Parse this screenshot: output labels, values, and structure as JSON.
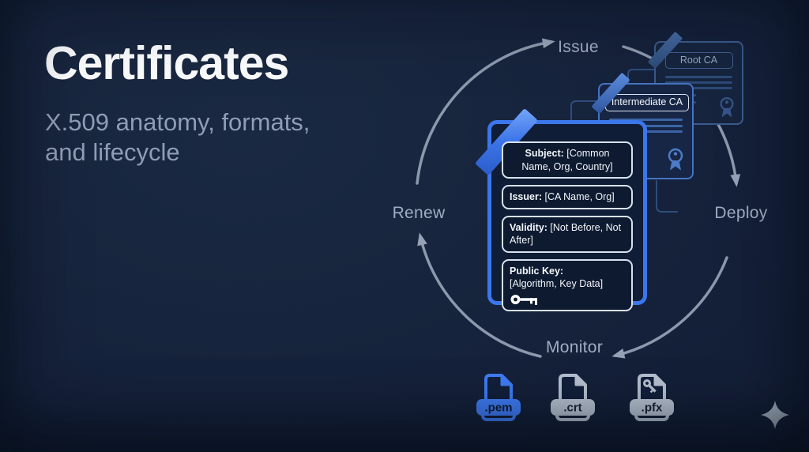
{
  "title": "Certificates",
  "subtitle": {
    "line1": "X.509 anatomy, formats,",
    "line2": "and lifecycle"
  },
  "lifecycle": {
    "issue": "Issue",
    "deploy": "Deploy",
    "monitor": "Monitor",
    "renew": "Renew"
  },
  "ca_chain": {
    "root_label": "Root CA",
    "intermediate_label": "Intermediate CA"
  },
  "certificate": {
    "fields": [
      {
        "label": "Subject:",
        "value": "[Common Name, Org, Country]"
      },
      {
        "label": "Issuer:",
        "value": "[CA Name, Org]"
      },
      {
        "label": "Validity:",
        "value": "[Not Before, Not After]"
      },
      {
        "label": "Public Key:",
        "value": "[Algorithm, Key Data]"
      }
    ]
  },
  "file_formats": [
    {
      "ext": ".pem",
      "style": "highlighted-blue"
    },
    {
      "ext": ".crt",
      "style": "gray"
    },
    {
      "ext": ".pfx",
      "style": "gray-with-key"
    }
  ],
  "colors": {
    "background": "#131e34",
    "accent_blue": "#3b76ec",
    "intermediate_blue": "#4674c4",
    "root_dim_blue": "#3a5a8c",
    "ring_gray": "#8c99ad",
    "label_gray": "#9fadc2",
    "field_border": "#d8e1ef",
    "title_white": "#fbfcfe",
    "subtitle_gray": "#909db6"
  }
}
